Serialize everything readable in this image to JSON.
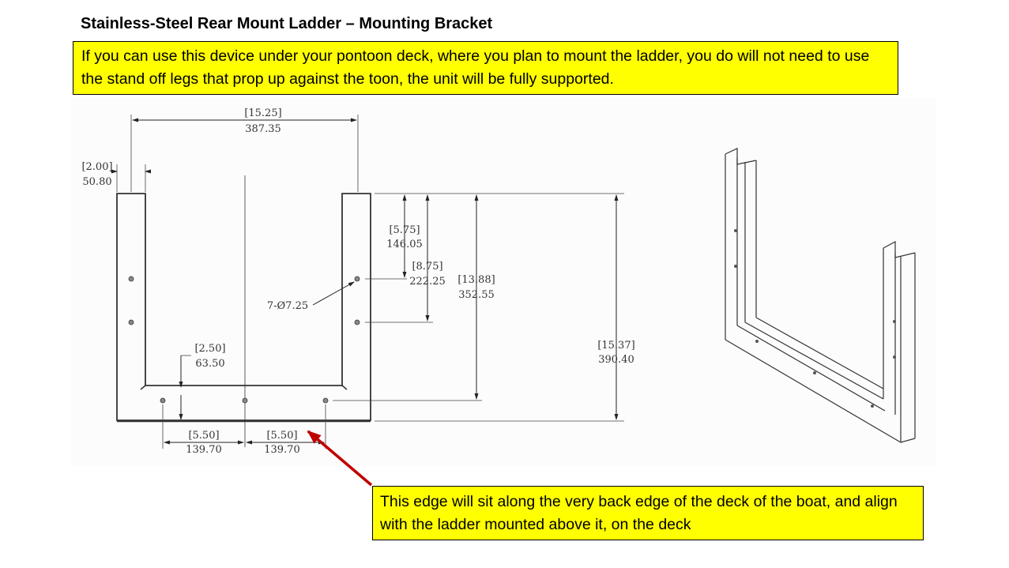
{
  "title": "Stainless-Steel Rear Mount Ladder – Mounting Bracket",
  "notes": {
    "top": "If you can use this device under your pontoon deck, where you plan to mount the ladder, you do will not need to use the stand off legs that prop up against the toon, the unit will be fully supported.",
    "bottom": "This edge will sit along the very back edge of the deck of the boat, and align with the ladder mounted above it, on the deck"
  },
  "dimensions": {
    "overall_width": {
      "inch": "[15.25]",
      "mm": "387.35"
    },
    "post_width": {
      "inch": "[2.00]",
      "mm": "50.80"
    },
    "hole1_from_top": {
      "inch": "[5.75]",
      "mm": "146.05"
    },
    "hole2_from_top": {
      "inch": "[8.75]",
      "mm": "222.25"
    },
    "bottom_holes_from_top": {
      "inch": "[13.88]",
      "mm": "352.55"
    },
    "overall_height": {
      "inch": "[15.37]",
      "mm": "390.40"
    },
    "base_depth": {
      "inch": "[2.50]",
      "mm": "63.50"
    },
    "bottom_hole_spacing_left": {
      "inch": "[5.50]",
      "mm": "139.70"
    },
    "bottom_hole_spacing_right": {
      "inch": "[5.50]",
      "mm": "139.70"
    },
    "hole_callout": "7-Ø7.25"
  },
  "colors": {
    "highlight": "#ffff00",
    "arrow": "#c00000"
  }
}
